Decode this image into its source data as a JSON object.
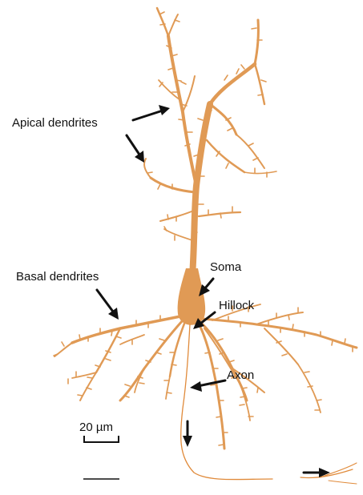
{
  "labels": {
    "apical": "Apical dendrites",
    "basal": "Basal dendrites",
    "soma": "Soma",
    "hillock": "Hillock",
    "axon": "Axon",
    "scale": "20 µm"
  },
  "colors": {
    "neuron": "#E09A55",
    "neuron_dark": "#D08840",
    "axon": "#E08A3A",
    "arrow": "#111111",
    "background": "#ffffff"
  }
}
